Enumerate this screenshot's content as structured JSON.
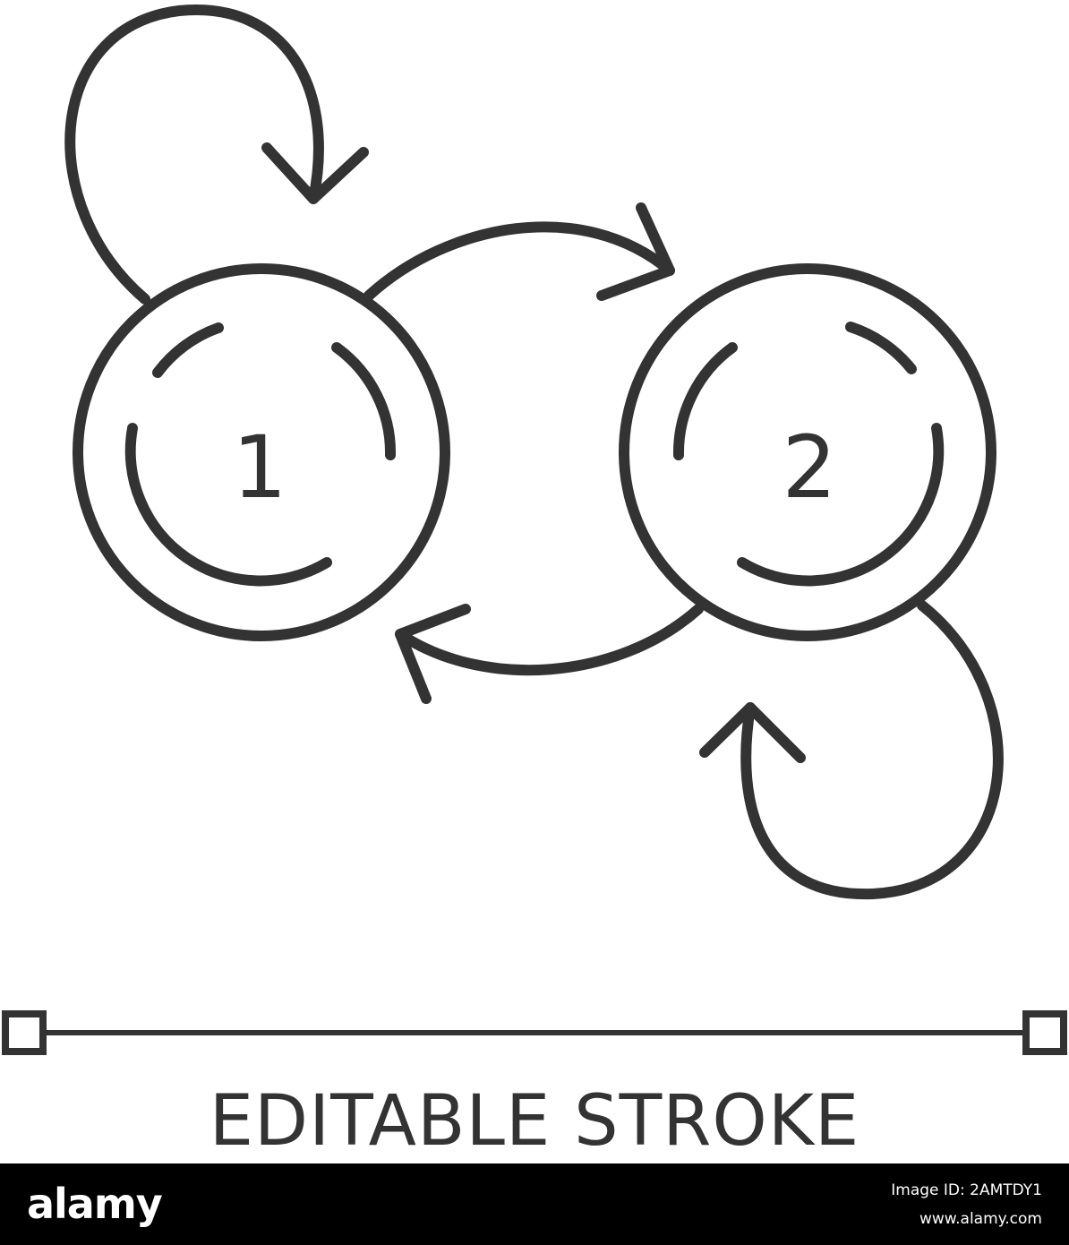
{
  "diagram": {
    "state_1_label": "1",
    "state_2_label": "2",
    "caption": "EDITABLE STROKE"
  },
  "footer": {
    "brand": "alamy",
    "image_id_line": "Image ID: 2AMTDY1",
    "site_line": "www.alamy.com"
  },
  "colors": {
    "stroke": "#333333",
    "footer_bg": "#000000",
    "footer_text": "#ffffff"
  },
  "icons": [
    "self-loop-arrow-icon",
    "transition-arrow-icon",
    "state-circle-icon"
  ]
}
